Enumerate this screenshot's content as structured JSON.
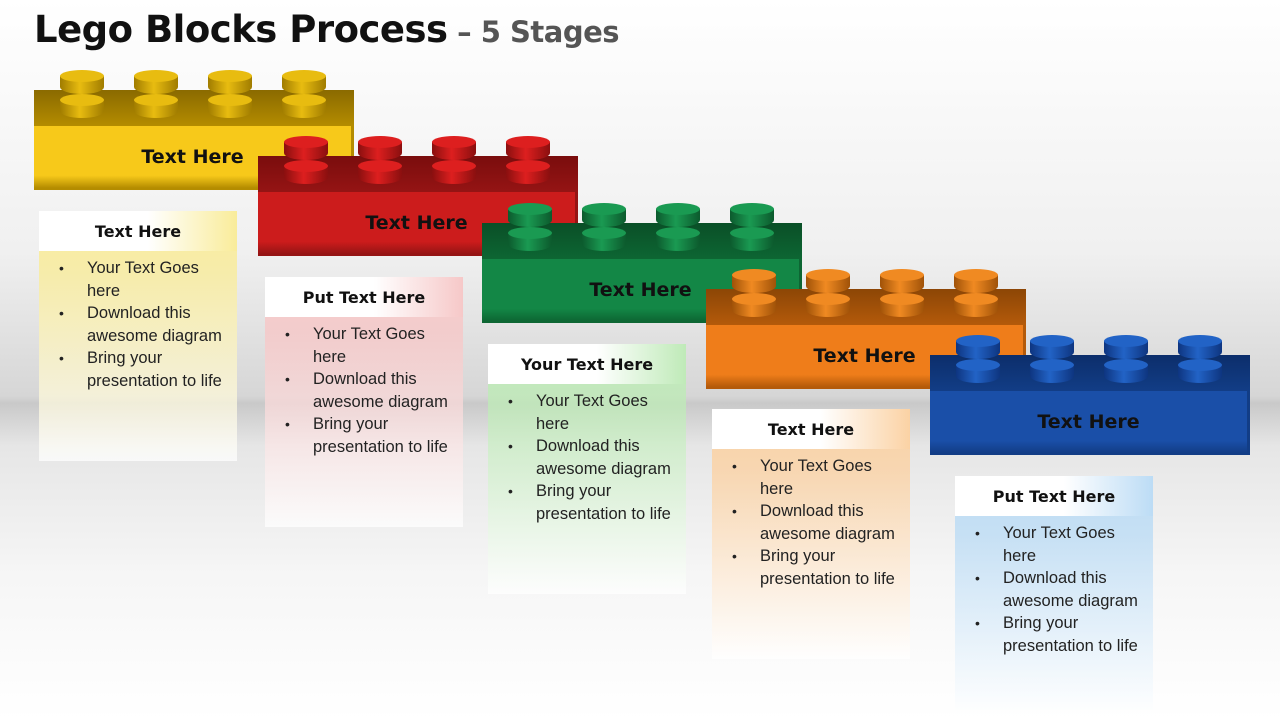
{
  "title": {
    "main": "Lego Blocks Process",
    "dash": " – ",
    "sub": "5 Stages"
  },
  "bricks": [
    {
      "label": "Text Here",
      "colors": {
        "front": "#f7c91a",
        "top": "#8a6a00",
        "side": "#b48c00",
        "stud": "#e8bc10",
        "studDark": "#a07c00"
      }
    },
    {
      "label": "Text Here",
      "colors": {
        "front": "#cc1c1c",
        "top": "#7a0d0d",
        "side": "#951414",
        "stud": "#dd1f1f",
        "studDark": "#8a0f0f"
      }
    },
    {
      "label": "Text Here",
      "colors": {
        "front": "#138746",
        "top": "#0a4f27",
        "side": "#0d6633",
        "stud": "#1a9a52",
        "studDark": "#0c5a2d"
      }
    },
    {
      "label": "Text Here",
      "colors": {
        "front": "#ef7d1a",
        "top": "#8c4606",
        "side": "#b45a0a",
        "stud": "#f08a22",
        "studDark": "#a05208"
      }
    },
    {
      "label": "Text Here",
      "colors": {
        "front": "#1a4fa8",
        "top": "#0c2e6b",
        "side": "#123d86",
        "stud": "#2263c6",
        "studDark": "#0e3580"
      }
    }
  ],
  "cards": [
    {
      "heading": "Text Here",
      "tint": "#f9ec9a",
      "items": [
        "Your Text Goes here",
        "Download this awesome diagram",
        "Bring your presentation to life"
      ]
    },
    {
      "heading": "Put Text Here",
      "tint": "#f6c8c8",
      "items": [
        "Your Text Goes here",
        "Download this awesome diagram",
        "Bring your presentation to life"
      ]
    },
    {
      "heading": "Your Text Here",
      "tint": "#bfeab8",
      "items": [
        "Your Text Goes here",
        "Download this awesome diagram",
        "Bring your presentation to life"
      ]
    },
    {
      "heading": "Text Here",
      "tint": "#fbd2a4",
      "items": [
        "Your Text Goes here",
        "Download this awesome diagram",
        "Bring your presentation to life"
      ]
    },
    {
      "heading": "Put Text Here",
      "tint": "#bcdcf5",
      "items": [
        "Your Text Goes here",
        "Download this awesome diagram",
        "Bring your presentation to life"
      ]
    }
  ]
}
